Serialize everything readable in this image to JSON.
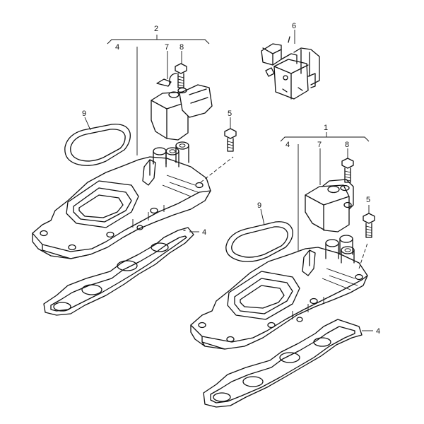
{
  "callouts": {
    "assembly_left": "2",
    "assembly_right": "1",
    "left_manifold": "4",
    "left_actuator": "7",
    "left_bolt": "8",
    "left_gasket_top": "9",
    "left_screw": "5",
    "left_gasket_bottom": "4",
    "bracket_part": "6",
    "right_manifold": "4",
    "right_actuator": "7",
    "right_bolt": "8",
    "right_gasket_top": "9",
    "right_screw": "5",
    "right_gasket_bottom": "4"
  }
}
